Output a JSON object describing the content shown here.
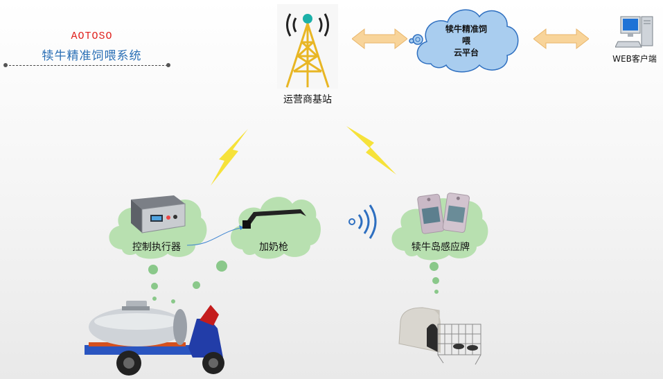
{
  "header": {
    "brand": "AOTOSO",
    "title": "犊牛精准饲喂系统"
  },
  "tower": {
    "label": "运营商基站"
  },
  "cloud": {
    "line1": "犊牛精准饲",
    "line2": "喂",
    "line3": "云平台"
  },
  "client": {
    "label": "WEB客户端"
  },
  "nodes": {
    "controller": "控制执行器",
    "gun": "加奶枪",
    "tag": "犊牛岛感应牌"
  },
  "colors": {
    "bubble": "#b8e0b0",
    "arrow": "#f8d49a",
    "tower": "#e8b624",
    "cloud": "#a9cdef",
    "lightning": "#f6e23a",
    "brand": "#e0201c",
    "title": "#2a6fb5"
  }
}
